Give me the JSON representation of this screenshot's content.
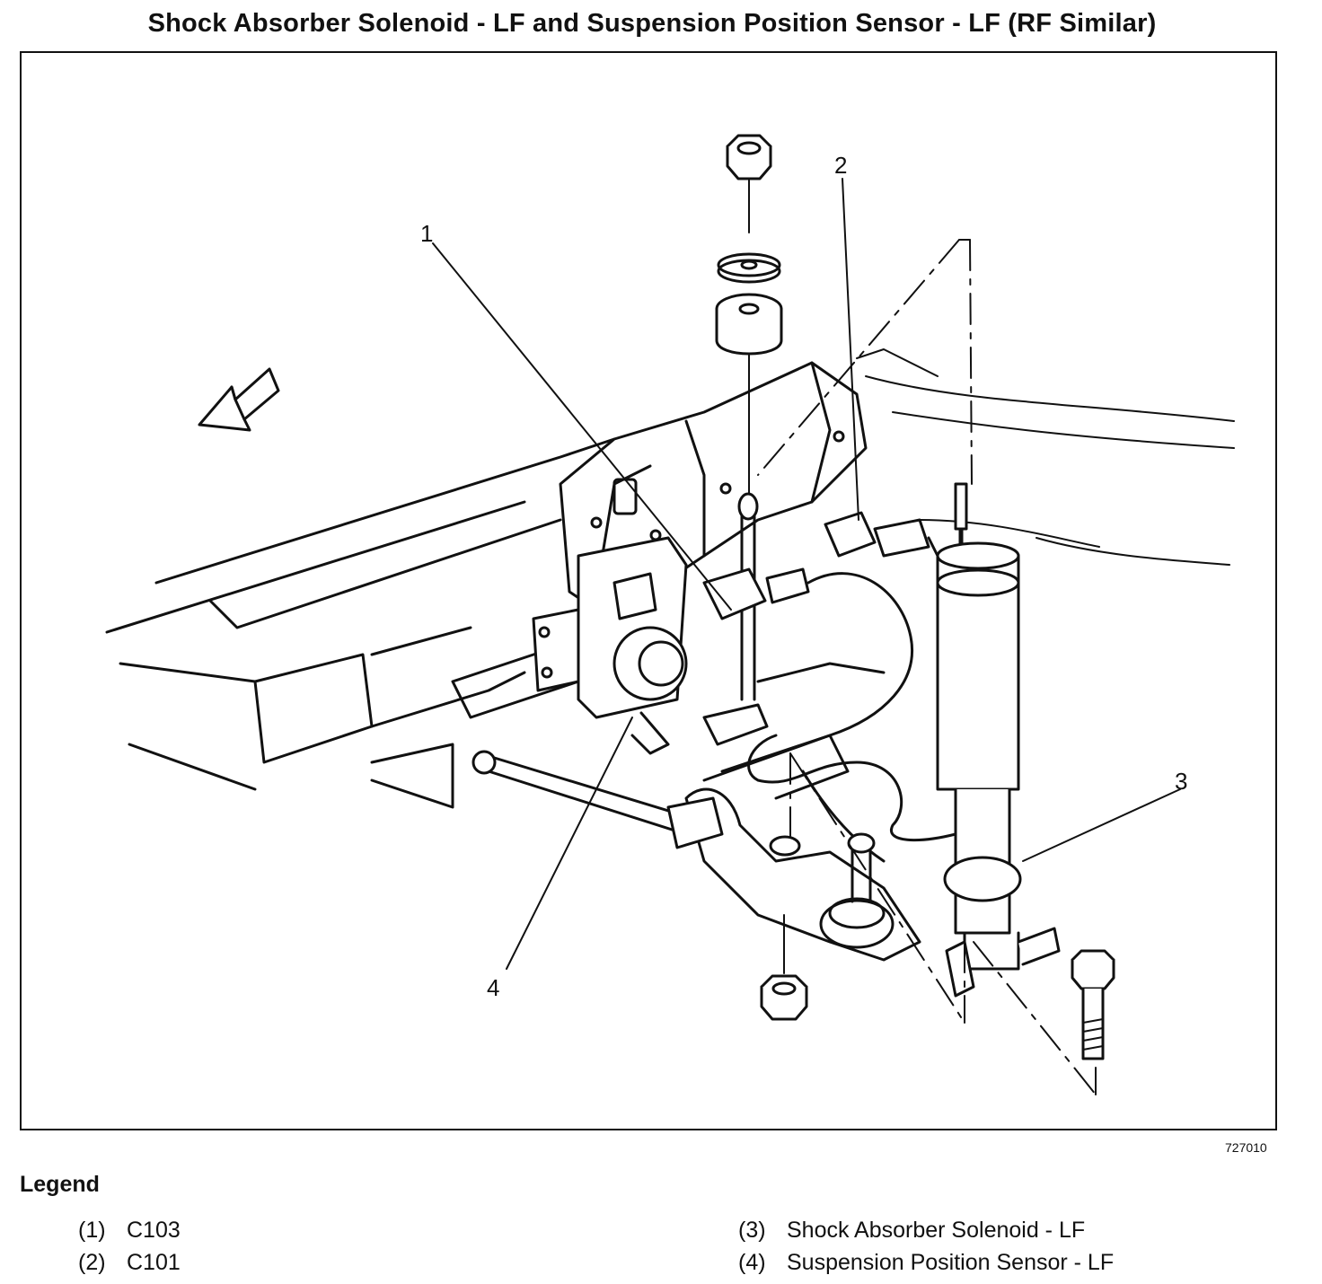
{
  "title": "Shock Absorber Solenoid - LF and Suspension Position Sensor - LF (RF Similar)",
  "figure_id": "727010",
  "callouts": [
    "1",
    "2",
    "3",
    "4"
  ],
  "legend": {
    "heading": "Legend",
    "items": [
      {
        "num": "(1)",
        "label": "C103"
      },
      {
        "num": "(2)",
        "label": "C101"
      },
      {
        "num": "(3)",
        "label": "Shock Absorber Solenoid - LF"
      },
      {
        "num": "(4)",
        "label": "Suspension Position Sensor - LF"
      }
    ]
  },
  "icons": [
    "forward-arrow-icon",
    "hex-nut-icon",
    "washer-icon",
    "bushing-icon",
    "bolt-icon"
  ]
}
